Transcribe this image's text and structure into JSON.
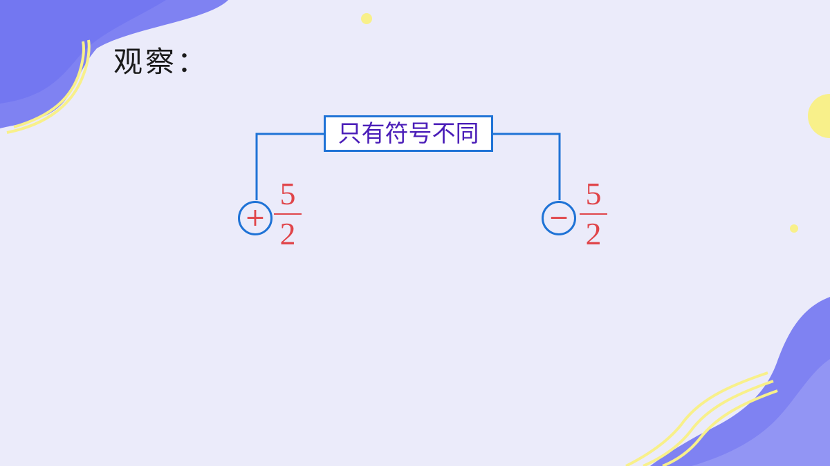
{
  "title": "观察：",
  "annotation": {
    "label": "只有符号不同"
  },
  "numbers": [
    {
      "sign": "+",
      "numerator": "5",
      "denominator": "2"
    },
    {
      "sign": "−",
      "numerator": "5",
      "denominator": "2"
    }
  ],
  "colors": {
    "background": "#ebebfa",
    "accent_blue": "#1f73d6",
    "label_text": "#4a1db8",
    "number_red": "#e0454a",
    "decor_purple": "#7f82f2",
    "decor_yellow": "#f8f08a"
  }
}
